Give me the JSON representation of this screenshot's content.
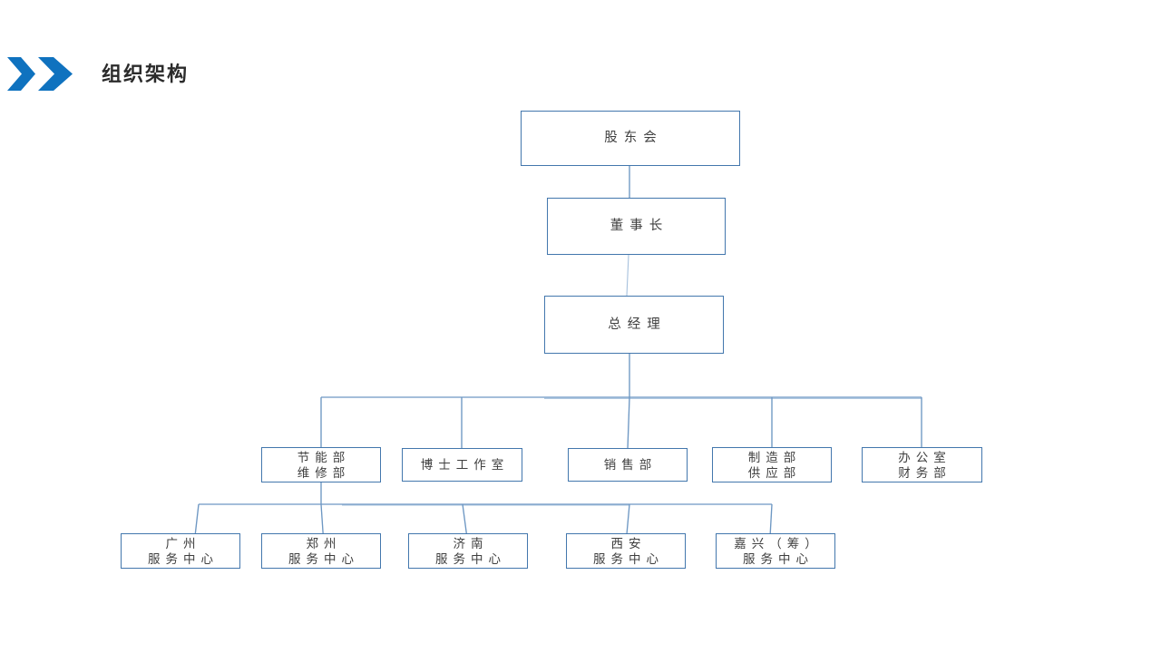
{
  "header": {
    "title": "组织架构",
    "icon": "double-chevron-right"
  },
  "colors": {
    "accent_blue": "#0f72bf",
    "box_border": "#4377ad",
    "connector": "#6d97c3",
    "connector_light": "#a6c1dd",
    "title_text": "#2b2b2b",
    "box_text": "#3f3f3f",
    "background": "#ffffff"
  },
  "org_chart": {
    "nodes": {
      "shareholders_meeting": {
        "lines": [
          "股东会"
        ]
      },
      "chairman": {
        "lines": [
          "董事长"
        ]
      },
      "general_manager": {
        "lines": [
          "总经理"
        ]
      },
      "energy_maintenance_dept": {
        "lines": [
          "节能部",
          "维修部"
        ]
      },
      "doctor_studio": {
        "lines": [
          "博士工作室"
        ]
      },
      "sales_dept": {
        "lines": [
          "销售部"
        ]
      },
      "manufacturing_supply_dept": {
        "lines": [
          "制造部",
          "供应部"
        ]
      },
      "office_finance_dept": {
        "lines": [
          "办公室",
          "财务部"
        ]
      },
      "guangzhou_service_center": {
        "lines": [
          "广州",
          "服务中心"
        ]
      },
      "zhengzhou_service_center": {
        "lines": [
          "郑州",
          "服务中心"
        ]
      },
      "jinan_service_center": {
        "lines": [
          "济南",
          "服务中心"
        ]
      },
      "xian_service_center": {
        "lines": [
          "西安",
          "服务中心"
        ]
      },
      "jiaxing_service_center": {
        "lines": [
          "嘉兴（筹）",
          "服务中心"
        ]
      }
    },
    "edges": [
      {
        "from": "shareholders_meeting",
        "to": "chairman"
      },
      {
        "from": "chairman",
        "to": "general_manager"
      },
      {
        "from": "general_manager",
        "to": "energy_maintenance_dept"
      },
      {
        "from": "general_manager",
        "to": "doctor_studio"
      },
      {
        "from": "general_manager",
        "to": "sales_dept"
      },
      {
        "from": "general_manager",
        "to": "manufacturing_supply_dept"
      },
      {
        "from": "general_manager",
        "to": "office_finance_dept"
      },
      {
        "from": "energy_maintenance_dept",
        "to": "guangzhou_service_center"
      },
      {
        "from": "energy_maintenance_dept",
        "to": "zhengzhou_service_center"
      },
      {
        "from": "energy_maintenance_dept",
        "to": "jinan_service_center"
      },
      {
        "from": "energy_maintenance_dept",
        "to": "xian_service_center"
      },
      {
        "from": "energy_maintenance_dept",
        "to": "jiaxing_service_center"
      }
    ]
  }
}
